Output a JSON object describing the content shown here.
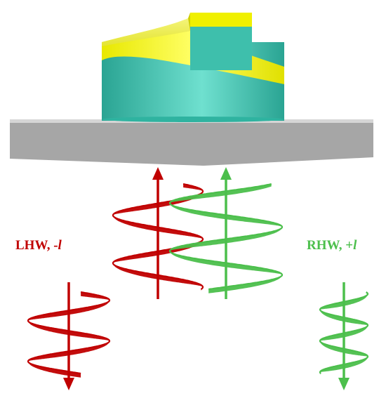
{
  "labels": {
    "left": {
      "main": "LHW, ",
      "sign": "-",
      "symbol": "l"
    },
    "right": {
      "main": "RHW, ",
      "sign": "+",
      "symbol": "l"
    }
  },
  "colors": {
    "red": "#c00000",
    "green": "#4cbf4c",
    "substrate_top": "#d6d6d6",
    "substrate_front": "#a6a6a6",
    "cylinder": "#48c9b6",
    "ramp": "#f2f200"
  }
}
